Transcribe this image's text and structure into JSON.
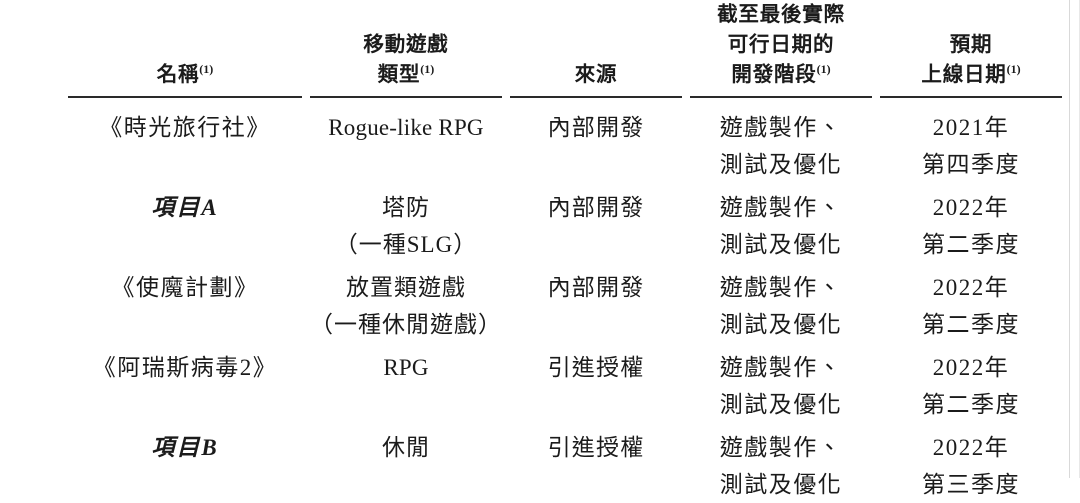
{
  "table": {
    "headers": [
      {
        "lines": [
          "名稱"
        ],
        "sup": "(1)",
        "key": "name"
      },
      {
        "lines": [
          "移動遊戲",
          "類型"
        ],
        "sup": "(1)",
        "key": "genre"
      },
      {
        "lines": [
          "來源"
        ],
        "sup": "",
        "key": "source"
      },
      {
        "lines": [
          "截至最後實際",
          "可行日期的",
          "開發階段"
        ],
        "sup": "(1)",
        "key": "stage"
      },
      {
        "lines": [
          "預期",
          "上線日期"
        ],
        "sup": "(1)",
        "key": "launch"
      }
    ],
    "rows": [
      {
        "name": "《時光旅行社》",
        "name_italic": false,
        "genre": [
          "Rogue-like RPG"
        ],
        "source": "內部開發",
        "stage": [
          "遊戲製作、",
          "測試及優化"
        ],
        "launch": [
          "2021年",
          "第四季度"
        ]
      },
      {
        "name": "項目A",
        "name_italic": true,
        "genre": [
          "塔防",
          "（一種SLG）"
        ],
        "source": "內部開發",
        "stage": [
          "遊戲製作、",
          "測試及優化"
        ],
        "launch": [
          "2022年",
          "第二季度"
        ]
      },
      {
        "name": "《使魔計劃》",
        "name_italic": false,
        "genre": [
          "放置類遊戲",
          "（一種休閒遊戲）"
        ],
        "source": "內部開發",
        "stage": [
          "遊戲製作、",
          "測試及優化"
        ],
        "launch": [
          "2022年",
          "第二季度"
        ]
      },
      {
        "name": "《阿瑞斯病毒2》",
        "name_italic": false,
        "genre": [
          "RPG"
        ],
        "source": "引進授權",
        "stage": [
          "遊戲製作、",
          "測試及優化"
        ],
        "launch": [
          "2022年",
          "第二季度"
        ]
      },
      {
        "name": "項目B",
        "name_italic": true,
        "genre": [
          "休閒"
        ],
        "source": "引進授權",
        "stage": [
          "遊戲製作、",
          "測試及優化"
        ],
        "launch": [
          "2022年",
          "第三季度"
        ]
      }
    ]
  },
  "style": {
    "rule_color": "#2a2a2a",
    "text_color": "#1b1b1b",
    "page_border_color": "#d9d9d9"
  }
}
